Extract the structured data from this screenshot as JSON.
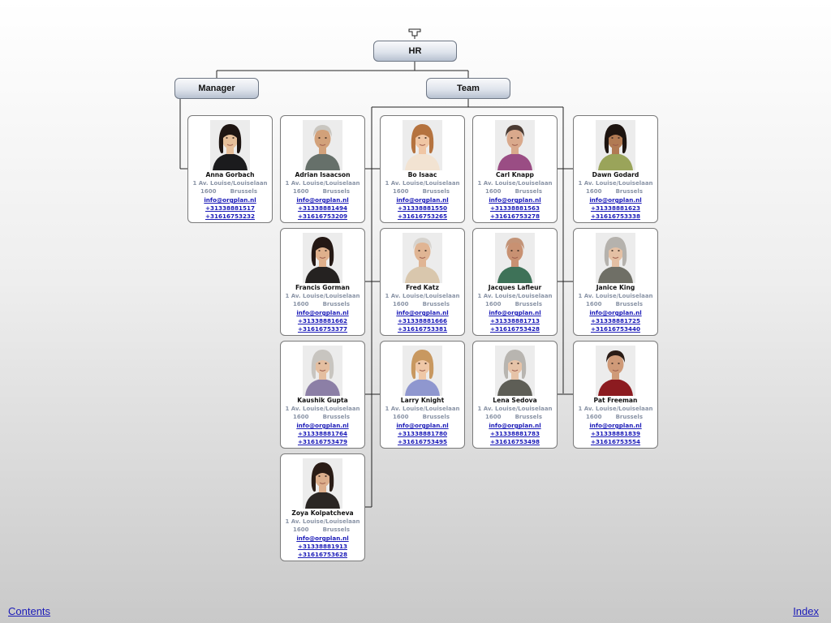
{
  "root_unit": {
    "label": "HR"
  },
  "units": {
    "manager": "Manager",
    "team": "Team"
  },
  "address": {
    "street": "1 Av. Louise/Louiselaan",
    "postcode": "1600",
    "city": "Brussels"
  },
  "employees": [
    {
      "name": "Anna Gorbach",
      "email": "info@orgplan.nl",
      "phone1": "+31338881517",
      "phone2": "+31616753232",
      "icon": "woman-portrait-icon",
      "colors": {
        "hair": "#1e1512",
        "skin": "#e6bf9a",
        "clothing": "#1b1b1d"
      }
    },
    {
      "name": "Adrian Isaacson",
      "email": "info@orgplan.nl",
      "phone1": "+31338881494",
      "phone2": "+31616753209",
      "icon": "man-portrait-icon",
      "colors": {
        "hair": "#c9c6c0",
        "skin": "#d2a17a",
        "clothing": "#66706a"
      }
    },
    {
      "name": "Bo Isaac",
      "email": "info@orgplan.nl",
      "phone1": "+31338881550",
      "phone2": "+31616753265",
      "icon": "woman-portrait-icon",
      "colors": {
        "hair": "#b5733f",
        "skin": "#f0c6a4",
        "clothing": "#f2e3d2"
      }
    },
    {
      "name": "Carl Knapp",
      "email": "info@orgplan.nl",
      "phone1": "+31338881563",
      "phone2": "+31616753278",
      "icon": "man-portrait-icon",
      "colors": {
        "hair": "#4a3a32",
        "skin": "#d9a98c",
        "clothing": "#9a4d84"
      }
    },
    {
      "name": "Dawn Godard",
      "email": "info@orgplan.nl",
      "phone1": "+31338881623",
      "phone2": "+31616753338",
      "icon": "woman-portrait-icon",
      "colors": {
        "hair": "#1d1410",
        "skin": "#b17a53",
        "clothing": "#9aa45a"
      }
    },
    {
      "name": "Francis Gorman",
      "email": "info@orgplan.nl",
      "phone1": "+31338881662",
      "phone2": "+31616753377",
      "icon": "woman-portrait-icon",
      "colors": {
        "hair": "#241814",
        "skin": "#dfb08c",
        "clothing": "#252221"
      }
    },
    {
      "name": "Fred Katz",
      "email": "info@orgplan.nl",
      "phone1": "+31338881666",
      "phone2": "+31616753381",
      "icon": "man-portrait-icon",
      "colors": {
        "hair": "#d6d3ce",
        "skin": "#e0b594",
        "clothing": "#d9c7ad"
      }
    },
    {
      "name": "Jacques Lafleur",
      "email": "info@orgplan.nl",
      "phone1": "+31338881713",
      "phone2": "+31616753428",
      "icon": "man-portrait-icon",
      "colors": {
        "hair": "#c39478",
        "skin": "#c89172",
        "clothing": "#3e7258"
      }
    },
    {
      "name": "Janice King",
      "email": "info@orgplan.nl",
      "phone1": "+31338881725",
      "phone2": "+31616753440",
      "icon": "woman-portrait-icon",
      "colors": {
        "hair": "#b5b2ad",
        "skin": "#e4c0a4",
        "clothing": "#6f6f66"
      }
    },
    {
      "name": "Kaushik Gupta",
      "email": "info@orgplan.nl",
      "phone1": "+31338881764",
      "phone2": "+31616753479",
      "icon": "woman-portrait-icon",
      "colors": {
        "hair": "#c8c5c0",
        "skin": "#e4bea0",
        "clothing": "#8c7fa6"
      }
    },
    {
      "name": "Larry Knight",
      "email": "info@orgplan.nl",
      "phone1": "+31338881780",
      "phone2": "+31616753495",
      "icon": "woman-portrait-icon",
      "colors": {
        "hair": "#c89860",
        "skin": "#efc7a6",
        "clothing": "#8f97cf"
      }
    },
    {
      "name": "Lena Sedova",
      "email": "info@orgplan.nl",
      "phone1": "+31338881783",
      "phone2": "+31616753498",
      "icon": "woman-portrait-icon",
      "colors": {
        "hair": "#b8b5b0",
        "skin": "#e6c3a8",
        "clothing": "#5e5e56"
      }
    },
    {
      "name": "Pat Freeman",
      "email": "info@orgplan.nl",
      "phone1": "+31338881839",
      "phone2": "+31616753554",
      "icon": "man-portrait-icon",
      "colors": {
        "hair": "#2a1c16",
        "skin": "#cf9a78",
        "clothing": "#8c1b20"
      }
    },
    {
      "name": "Zoya Kolpatcheva",
      "email": "info@orgplan.nl",
      "phone1": "+31338881913",
      "phone2": "+31616753628",
      "icon": "woman-portrait-icon",
      "colors": {
        "hair": "#2a1c16",
        "skin": "#dcae8c",
        "clothing": "#2a2624"
      }
    }
  ],
  "footer": {
    "contents": "Contents",
    "index": "Index"
  },
  "colors": {
    "link": "#1a1ab8",
    "address": "#8a94a6",
    "unit_border": "#6e7785",
    "connector": "#222222"
  }
}
